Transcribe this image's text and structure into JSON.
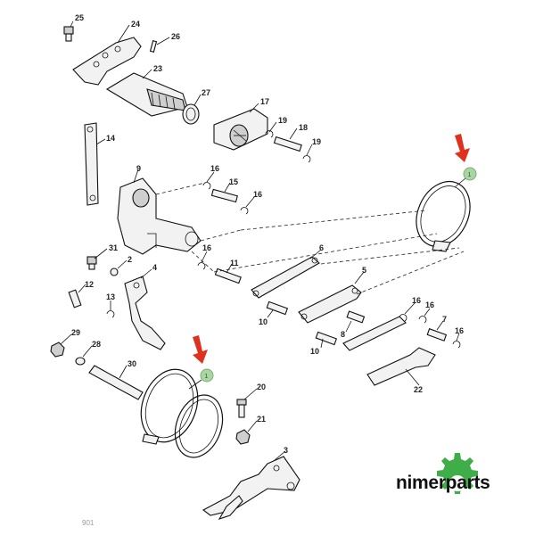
{
  "part_labels": {
    "p1a": "1",
    "p1b": "1",
    "p2": "2",
    "p3": "3",
    "p4": "4",
    "p5": "5",
    "p6": "6",
    "p7": "7",
    "p8": "8",
    "p9": "9",
    "p10a": "10",
    "p10b": "10",
    "p11": "11",
    "p12": "12",
    "p13": "13",
    "p14": "14",
    "p15": "15",
    "p16a": "16",
    "p16b": "16",
    "p16c": "16",
    "p16d": "16",
    "p16e": "16",
    "p16f": "16",
    "p17": "17",
    "p18": "18",
    "p19a": "19",
    "p19b": "19",
    "p20": "20",
    "p21": "21",
    "p22": "22",
    "p23": "23",
    "p24": "24",
    "p25": "25",
    "p26": "26",
    "p27": "27",
    "p28": "28",
    "p29": "29",
    "p30": "30",
    "p31": "31"
  },
  "callouts": {
    "top": "1",
    "bottom": "1"
  },
  "brand": {
    "name": "nimerparts"
  },
  "image_code": "901",
  "colors": {
    "highlight_arrow": "#e0301e",
    "callout_fill": "#a8d5a2",
    "brand_green": "#3fae49"
  }
}
